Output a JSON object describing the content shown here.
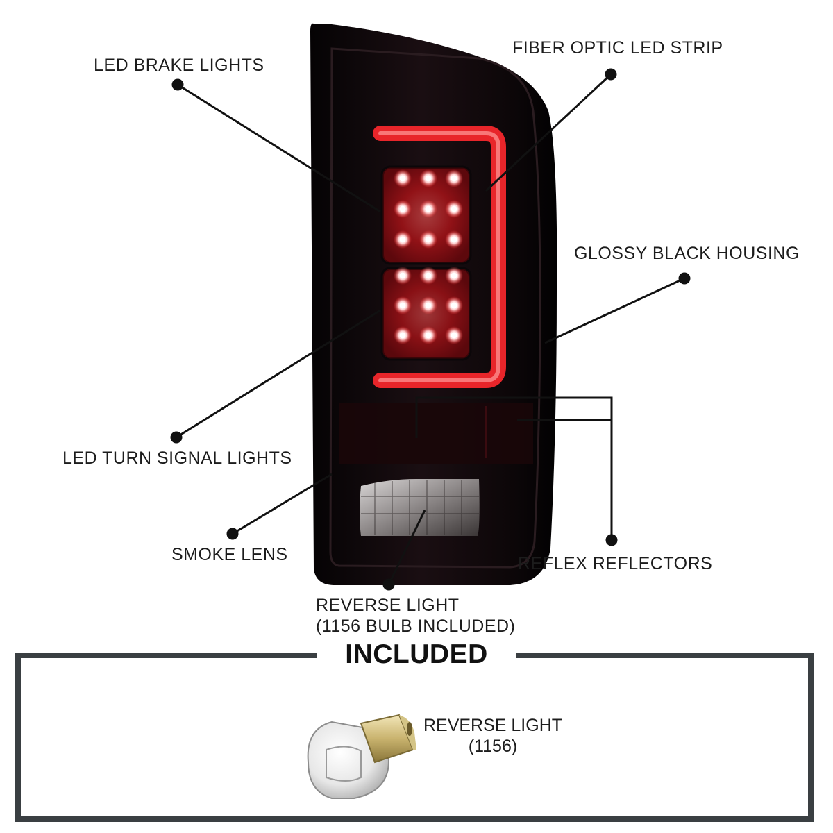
{
  "callouts": {
    "brake_lights": "LED BRAKE LIGHTS",
    "fiber_strip": "FIBER OPTIC LED STRIP",
    "housing": "GLOSSY BLACK HOUSING",
    "turn_signal": "LED TURN SIGNAL LIGHTS",
    "smoke_lens": "SMOKE LENS",
    "reflectors": "REFLEX REFLECTORS",
    "reverse_line1": "REVERSE LIGHT",
    "reverse_line2": "(1156 BULB INCLUDED)"
  },
  "included": {
    "title": "INCLUDED",
    "item_line1": "REVERSE LIGHT",
    "item_line2": "(1156)"
  },
  "colors": {
    "housing": "#0b0709",
    "led_red": "#e8252a",
    "frame": "#3a3f42",
    "leader": "#111111"
  }
}
